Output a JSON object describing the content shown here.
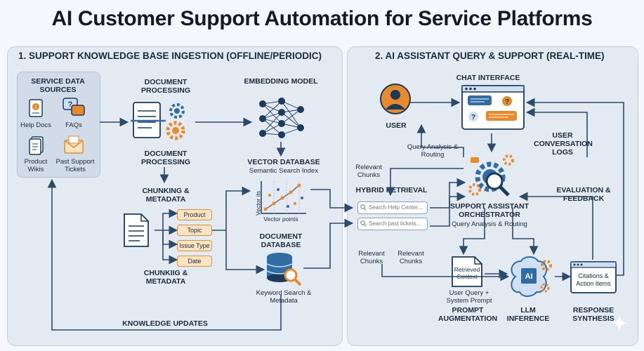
{
  "title": "AI Customer Support Automation for Service Platforms",
  "left_panel": {
    "heading": "1. SUPPORT KNOWLEDGE BASE INGESTION (OFFLINE/PERIODIC)",
    "sources": {
      "title": "SERVICE DATA SOURCES",
      "items": [
        "Help Docs",
        "FAQs",
        "Product Wikis",
        "Past Support Tickets"
      ]
    },
    "doc_processing_top": "DOCUMENT PROCESSING",
    "doc_processing_bottom": "DOCUMENT PROCESSING",
    "embedding_model": "EMBEDDING MODEL",
    "chunking_top": "CHUNKING & METADATA",
    "tags": [
      "Product",
      "Topic",
      "Issue Type",
      "Date"
    ],
    "chunking_bottom": "CHUNKIIG & METADATA",
    "vector_db": {
      "title": "VECTOR DATABASE",
      "subtitle": "Semantic Search Index",
      "y_axis": "Vector its",
      "x_axis": "Vector points"
    },
    "document_db": {
      "title": "DOCUMENT DATABASE",
      "caption": "Keyword Search & Metadata"
    },
    "knowledge_updates": "KNOWLEDGE UPDATES"
  },
  "right_panel": {
    "heading": "2. AI ASSISTANT QUERY & SUPPORT (REAL-TIME)",
    "chat_interface": "CHAT INTERFACE",
    "user": "USER",
    "query_analysis_routing": "Query Analysis & Routing",
    "conversation_logs": "USER CONVERSATION LOGS",
    "relevant_chunks_top": "Relevant Chunks",
    "hybrid_retrieval": "HYBRID RETRIEVAL",
    "search_help": "Search Help Center...",
    "search_tickets": "Search past tickets...",
    "orchestrator": {
      "title": "SUPPORT ASSISTANT ORCHESTRATOR",
      "subtitle": "Query Analysis & Routing"
    },
    "evaluation": "EVALUATION & FEEDBACK",
    "relevant_chunks_a": "Relevant Chunks",
    "relevant_chunks_b": "Relevant Chunks",
    "retrieved_context": "Retrieved Context",
    "user_query_prompt": "User Query + System Prompt",
    "prompt_augmentation": "PROMPT AUGMENTATION",
    "llm_inference": "LLM INFERENCE",
    "ai_chip": "AI",
    "citations": "Citations & Action Items",
    "response_synthesis": "RESPONSE SYNTHESIS"
  },
  "colors": {
    "accent_orange": "#e78a2b",
    "accent_blue": "#2f6da3",
    "navy": "#1b3a5c",
    "arrow": "#2c4a6a"
  }
}
